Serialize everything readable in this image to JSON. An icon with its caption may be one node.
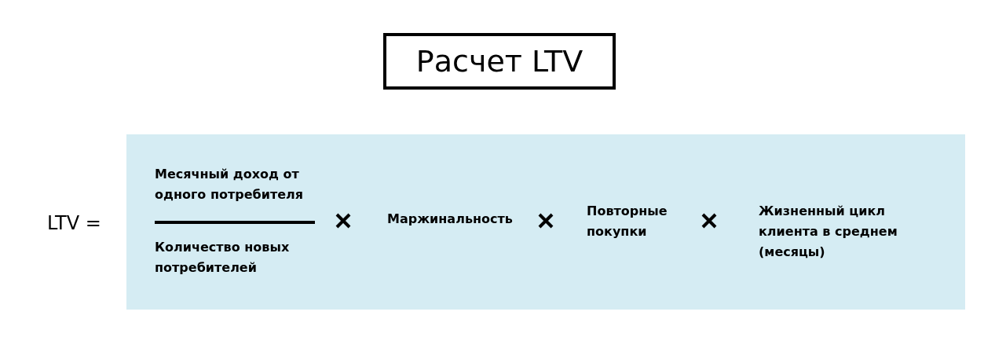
{
  "diagram": {
    "title": "Расчет LTV",
    "nodes": [
      {
        "text": [
          "Месячный доход от одного потребителя",
          "Количество новых потребителей",
          "Маржинальность",
          "Повторные покупки",
          "Жизненный цикл клиента в среднем (месяцы)"
        ]
      }
    ],
    "labels": [
      "LTV ="
    ]
  }
}
